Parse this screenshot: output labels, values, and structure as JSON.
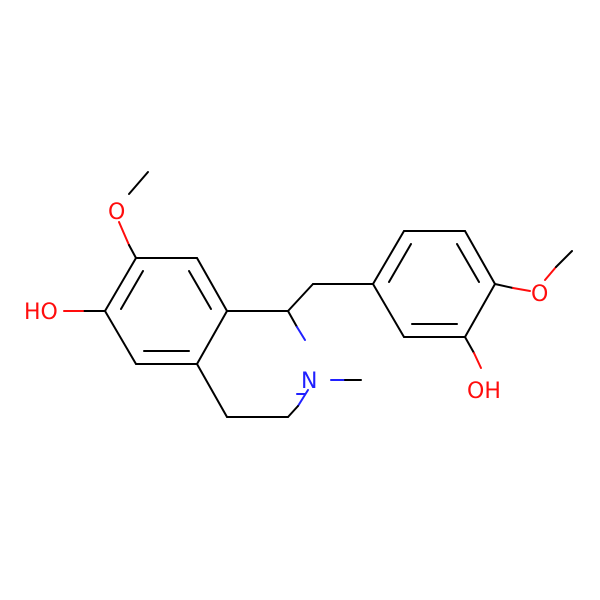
{
  "molecule": {
    "atom_labels": {
      "oh_left": "HO",
      "oh_right": "OH",
      "o_methoxy_left": "O",
      "o_methoxy_right": "O",
      "n_amine": "N"
    },
    "colors": {
      "bond": "#000000",
      "oxygen": "#ff0d0d",
      "nitrogen": "#2020ff",
      "background": "#ffffff"
    }
  }
}
